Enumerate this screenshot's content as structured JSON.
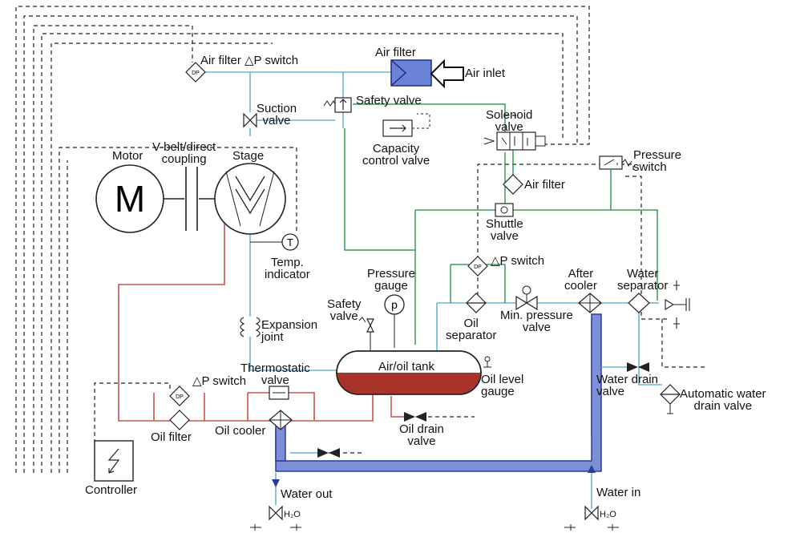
{
  "labels": {
    "air_filter_dp_switch": "Air filter △P switch",
    "air_filter": "Air filter",
    "air_inlet": "Air inlet",
    "safety_valve_top": "Safety valve",
    "suction_valve": "Suction\nvalve",
    "solenoid_valve": "Solenoid\nvalve",
    "capacity_control_valve": "Capacity\ncontrol valve",
    "motor": "Motor",
    "vbelt_coupling": "V-belt/direct\ncoupling",
    "stage": "Stage",
    "pressure_switch": "Pressure\nswitch",
    "air_filter_small": "Air filter",
    "shuttle_valve": "Shuttle\nvalve",
    "temp_indicator": "Temp.\nindicator",
    "sep_dp_switch": "△P switch",
    "after_cooler": "After\ncooler",
    "water_separator": "Water\nseparator",
    "pressure_gauge": "Pressure\ngauge",
    "safety_valve_tank": "Safety\nvalve",
    "oil_separator": "Oil\nseparator",
    "min_pressure_valve": "Min. pressure\nvalve",
    "expansion_joint": "Expansion\njoint",
    "thermostatic_valve": "Thermostatic\nvalve",
    "oil_filter_dp_switch": "△P switch",
    "air_oil_tank": "Air/oil tank",
    "oil_level_gauge": "Oil level\ngauge",
    "water_drain_valve": "Water drain\nvalve",
    "automatic_water_drain_valve": "Automatic water\ndrain valve",
    "oil_filter": "Oil filter",
    "oil_cooler": "Oil cooler",
    "oil_drain_valve": "Oil drain\nvalve",
    "controller": "Controller",
    "water_out": "Water out",
    "water_in": "Water in",
    "h2o_left": "H₂O",
    "h2o_right": "H₂O"
  },
  "symbols": {
    "motor_letter": "M",
    "temp_letter": "T",
    "gauge_letter": "p",
    "dp_tag": "DP"
  },
  "colors": {
    "air_line": "#6db3d6",
    "control_line": "#3c9a5a",
    "oil_line": "#c8554a",
    "water_fill": "#7f8fd6",
    "water_stroke": "#2a3c9a",
    "oil_fill": "#a8332b",
    "air_filter_fill": "#6a82d8",
    "dashed_line": "#222222"
  }
}
